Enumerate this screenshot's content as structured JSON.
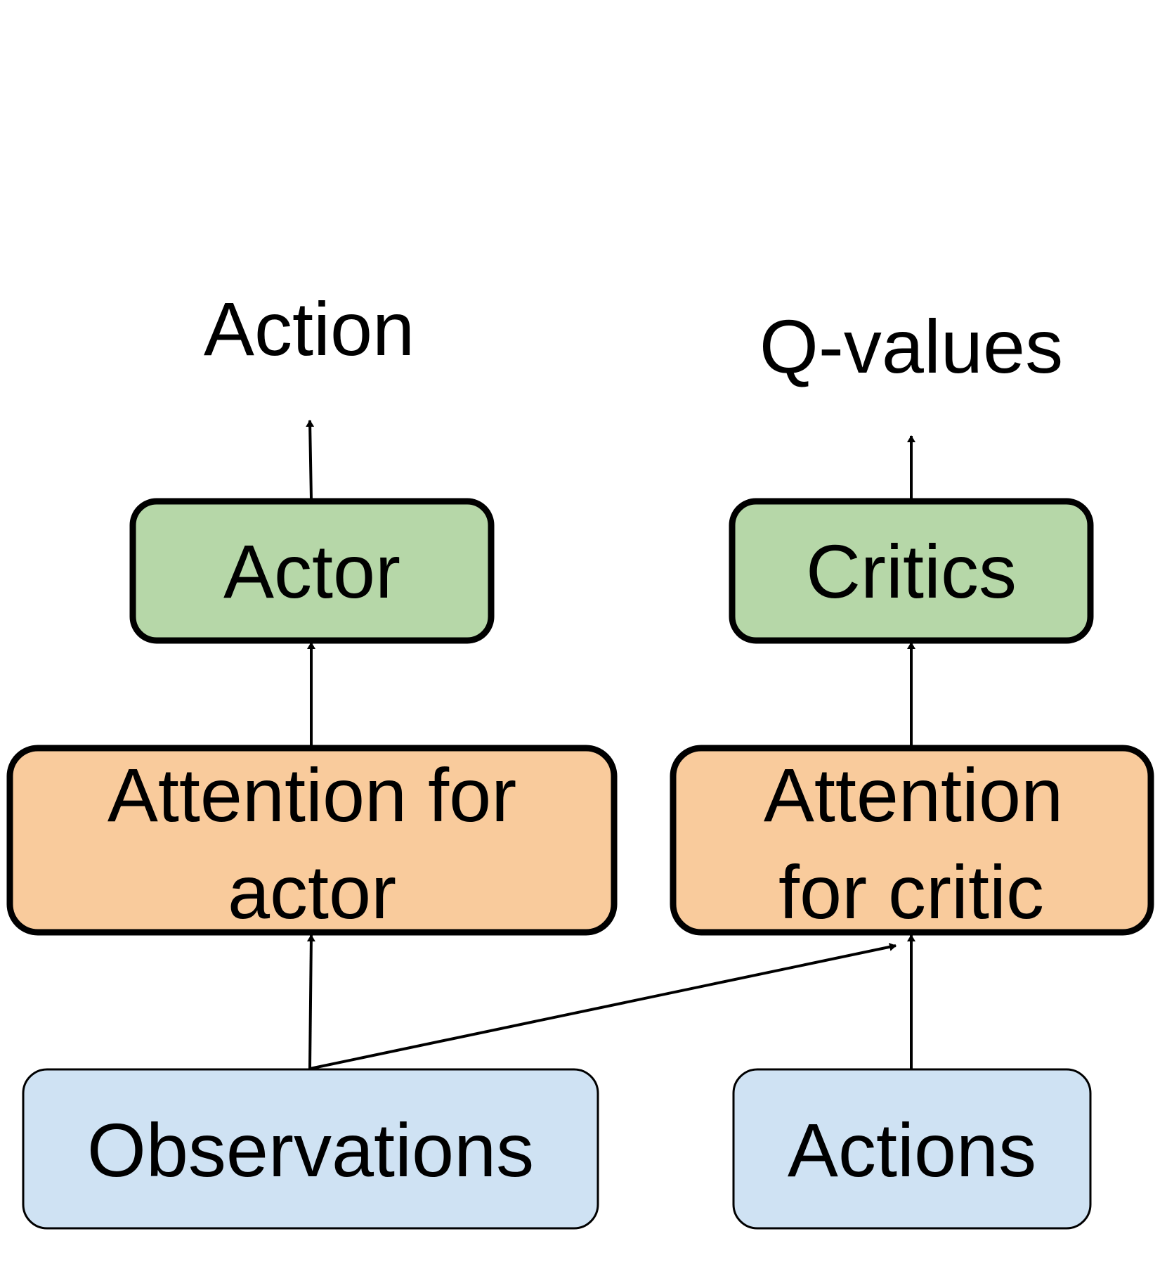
{
  "outputs": {
    "action": "Action",
    "q_values": "Q-values"
  },
  "boxes": {
    "actor": "Actor",
    "critics": "Critics",
    "attention_actor_line1": "Attention for",
    "attention_actor_line2": "actor",
    "attention_critic_line1": "Attention",
    "attention_critic_line2": "for critic",
    "observations": "Observations",
    "actions": "Actions"
  },
  "colors": {
    "green_fill": "#b6d7a8",
    "orange_fill": "#f9cb9c",
    "blue_fill": "#cfe2f3",
    "stroke": "#000000"
  }
}
